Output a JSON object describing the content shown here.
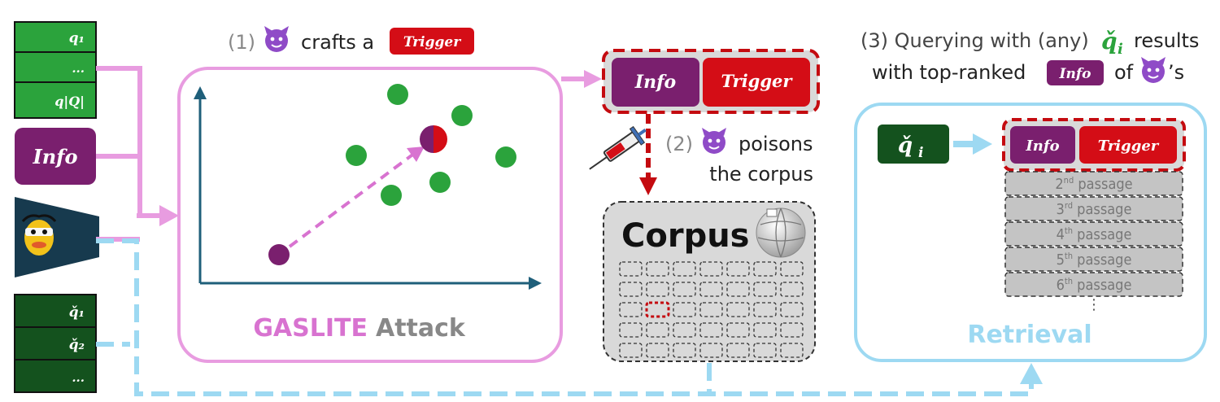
{
  "queries": {
    "items": [
      "q₁",
      "...",
      "q|Q|"
    ]
  },
  "info_label": "Info",
  "trigger_label": "Trigger",
  "test_queries": {
    "items": [
      "q̌₁",
      "q̌₂",
      "..."
    ]
  },
  "step1": {
    "prefix": "(1)",
    "text": "crafts a"
  },
  "step2": {
    "prefix": "(2)",
    "line1": "poisons",
    "line2": "the corpus"
  },
  "step3": {
    "line1_prefix": "(3) Querying with (any)",
    "line1_query": "q̌",
    "line1_sub": "i",
    "line1_suffix": "results",
    "line2_prefix": "with top-ranked",
    "line2_mid": "of",
    "line2_suffix": "’s"
  },
  "attack": {
    "name": "GASLITE",
    "word": "Attack"
  },
  "corpus": {
    "title": "Corpus"
  },
  "retrieval": {
    "label": "Retrieval",
    "query": "q̌",
    "query_sub": "i",
    "passages": [
      {
        "num": "2",
        "sup": "nd",
        "word": "passage"
      },
      {
        "num": "3",
        "sup": "rd",
        "word": "passage"
      },
      {
        "num": "4",
        "sup": "th",
        "word": "passage"
      },
      {
        "num": "5",
        "sup": "th",
        "word": "passage"
      },
      {
        "num": "6",
        "sup": "th",
        "word": "passage"
      }
    ],
    "more": "⋮"
  },
  "colors": {
    "pink": "#e89ce0",
    "lightblue": "#9dd9f2",
    "green": "#2ba33c",
    "darkgreen": "#14521e",
    "purple": "#7a1f6e",
    "red": "#d40d16",
    "gaslite": "#d873d0",
    "axis": "#1f5f7a",
    "poison": "#c40b10"
  }
}
